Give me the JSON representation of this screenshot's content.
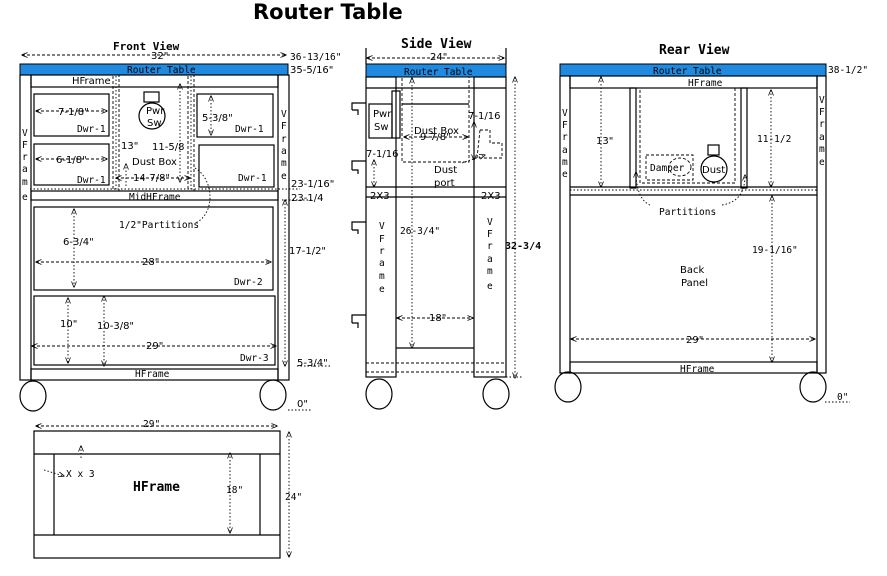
{
  "title": "Router Table",
  "front": {
    "heading": "Front View",
    "router_table": "Router Table",
    "hframe_top": "HFrame",
    "hframe_bottom": "HFrame",
    "midhframe": "MidHFrame",
    "vframe_left": [
      "V",
      "F",
      "r",
      "a",
      "m",
      "e"
    ],
    "vframe_right": [
      "V",
      "F",
      "r",
      "a",
      "m",
      "e"
    ],
    "dim_width": "32\"",
    "dim_top_h": "36-13/16\"",
    "dim_top_h2": "35-5/16\"",
    "dim_231_16": "23-1/16\"",
    "dim_231_4": "23-1/4",
    "dim_171_2": "17-1/2\"",
    "dim_53_4": "5-3/4\"",
    "dim_0": "0\"",
    "dwr1a_w": "7-1/8\"",
    "dwr1a": "Dwr-1",
    "dwr1b_w": "6-1/8\"",
    "dwr1b": "Dwr-1",
    "dwr1c_h": "5-3/8\"",
    "dwr1c": "Dwr-1",
    "dwr1d": "Dwr-1",
    "pwr": "Pwr",
    "sw": "Sw",
    "dust_box": "Dust Box",
    "dim_13": "13\"",
    "dim_115_8": "11-5/8",
    "dim_147_8": "14-7/8\"",
    "partitions": "1/2\"Partitions",
    "dwr2_h": "6-3/4\"",
    "dwr2_w": "28\"",
    "dwr2": "Dwr-2",
    "dwr3_h1": "10\"",
    "dwr3_h2": "10-3/8\"",
    "dwr3_w": "29\"",
    "dwr3": "Dwr-3"
  },
  "side": {
    "heading": "Side View",
    "router_table": "Router Table",
    "dim_width": "24\"",
    "pwr": "Pwr",
    "sw": "Sw",
    "dust_box": "Dust Box",
    "dim_97_8": "9-7/8\"",
    "dim_71_16a": "7-1/16",
    "dim_71_16b": "7-1/16",
    "dust_port": [
      "Dust",
      "port"
    ],
    "twox3a": "2X3",
    "twox3b": "2X3",
    "vframe_left": [
      "V",
      "F",
      "r",
      "a",
      "m",
      "e"
    ],
    "vframe_right": [
      "V",
      "F",
      "r",
      "a",
      "m",
      "e"
    ],
    "dim_263_4": "26-3/4\"",
    "dim_18": "18\"",
    "dim_323_4": "32-3/4"
  },
  "rear": {
    "heading": "Rear View",
    "router_table": "Router Table",
    "dim_381_2": "38-1/2\"",
    "hframe_top": "HFrame",
    "hframe_bottom": "HFrame",
    "vframe_left": [
      "V",
      "F",
      "r",
      "a",
      "m",
      "e"
    ],
    "vframe_right": [
      "V",
      "F",
      "r",
      "a",
      "m",
      "e"
    ],
    "dim_13": "13\"",
    "dim_111_2": "11-1/2",
    "damper": "Damper",
    "dust": "Dust",
    "partitions": "Partitions",
    "back_panel": [
      "Back",
      "Panel"
    ],
    "dim_191_16": "19-1/16\"",
    "dim_29": "29\"",
    "dim_0": "0\""
  },
  "bottom": {
    "dim_29": "29\"",
    "x_label": "X x 3",
    "hframe": "HFrame",
    "dim_18": "18\"",
    "dim_24": "24\""
  }
}
